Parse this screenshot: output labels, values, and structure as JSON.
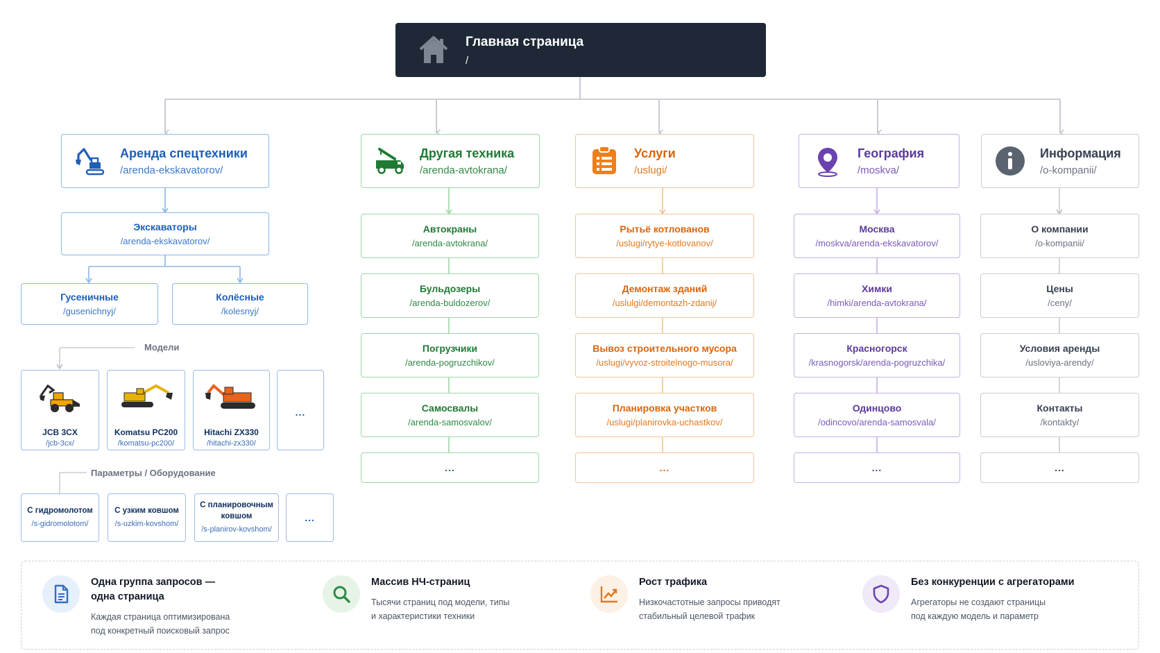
{
  "root": {
    "title": "Главная страница",
    "path": "/"
  },
  "colors": {
    "blue": "#1d5fb5",
    "green": "#1f7a33",
    "orange": "#d9650c",
    "purple": "#5b3a9e",
    "gray": "#374151",
    "dark": "#1e2836"
  },
  "columns": {
    "rental": {
      "title": "Аренда спецтехники",
      "path": "/arenda-ekskavatorov/",
      "icon": "excavator-icon",
      "sub": {
        "title": "Экскаваторы",
        "path": "/arenda-ekskavatorov/"
      },
      "types": [
        {
          "title": "Гусеничные",
          "path": "/gusenichnyj/"
        },
        {
          "title": "Колёсные",
          "path": "/kolesnyj/"
        }
      ],
      "models_label": "Модели",
      "models": [
        {
          "title": "JCB 3CX",
          "path": "/jcb-3cx/",
          "icon": "backhoe-loader-icon"
        },
        {
          "title": "Komatsu PC200",
          "path": "/komatsu-pc200/",
          "icon": "excavator-icon"
        },
        {
          "title": "Hitachi ZX330",
          "path": "/hitachi-zx330/",
          "icon": "excavator-icon"
        }
      ],
      "params_label": "Параметры / Оборудование",
      "params": [
        {
          "title": "С гидромолотом",
          "path": "/s-gidromolotom/"
        },
        {
          "title": "С узким ковшом",
          "path": "/s-uzkim-kovshom/"
        },
        {
          "title": "С планировочным ковшом",
          "path": "/s-planirov-kovshom/"
        }
      ],
      "more": "..."
    },
    "other": {
      "title": "Другая техника",
      "path": "/arenda-avtokrana/",
      "icon": "crane-truck-icon",
      "items": [
        {
          "title": "Автокраны",
          "path": "/arenda-avtokrana/"
        },
        {
          "title": "Бульдозеры",
          "path": "/arenda-buldozerov/"
        },
        {
          "title": "Погрузчики",
          "path": "/arenda-pogruzchikov/"
        },
        {
          "title": "Самосвалы",
          "path": "/arenda-samosvalov/"
        }
      ],
      "more": "..."
    },
    "services": {
      "title": "Услуги",
      "path": "/uslugi/",
      "icon": "clipboard-icon",
      "items": [
        {
          "title": "Рытьё котлованов",
          "path": "/uslugi/rytye-kotlovanov/"
        },
        {
          "title": "Демонтаж зданий",
          "path": "/uslulgi/demontazh-zdanij/"
        },
        {
          "title": "Вывоз строительного мусора",
          "path": "/uslugi/vyvoz-stroitelnogo-musora/"
        },
        {
          "title": "Планировка участков",
          "path": "/uslugi/planirovka-uchastkov/"
        }
      ],
      "more": "..."
    },
    "geo": {
      "title": "География",
      "path": "/moskva/",
      "icon": "location-pin-icon",
      "items": [
        {
          "title": "Москва",
          "path": "/moskva/arenda-ekskavatorov/"
        },
        {
          "title": "Химки",
          "path": "/himki/arenda-avtokrana/"
        },
        {
          "title": "Красногорск",
          "path": "/krasnogorsk/arenda-pogruzchika/"
        },
        {
          "title": "Одинцово",
          "path": "/odincovo/arenda-samosvala/"
        }
      ],
      "more": "..."
    },
    "info": {
      "title": "Информация",
      "path": "/o-kompanii/",
      "icon": "info-icon",
      "items": [
        {
          "title": "О компании",
          "path": "/o-kompanii/"
        },
        {
          "title": "Цены",
          "path": "/ceny/"
        },
        {
          "title": "Условия аренды",
          "path": "/usloviya-arendy/"
        },
        {
          "title": "Контакты",
          "path": "/kontakty/"
        }
      ],
      "more": "..."
    }
  },
  "features": [
    {
      "title_1": "Одна группа запросов —",
      "title_2": "одна страница",
      "desc_1": "Каждая страница оптимизирована",
      "desc_2": "под конкретный поисковый запрос",
      "icon": "document-icon"
    },
    {
      "title_1": "Массив НЧ-страниц",
      "desc_1": "Тысячи страниц под модели, типы",
      "desc_2": "и характеристики техники",
      "icon": "search-icon"
    },
    {
      "title_1": "Рост трафика",
      "desc_1": "Низкочастотные запросы приводят",
      "desc_2": "стабильный целевой трафик",
      "icon": "growth-chart-icon"
    },
    {
      "title_1": "Без конкуренции с агрегаторами",
      "desc_1": "Агрегаторы не создают страницы",
      "desc_2": "под каждую модель и параметр",
      "icon": "shield-icon"
    }
  ]
}
